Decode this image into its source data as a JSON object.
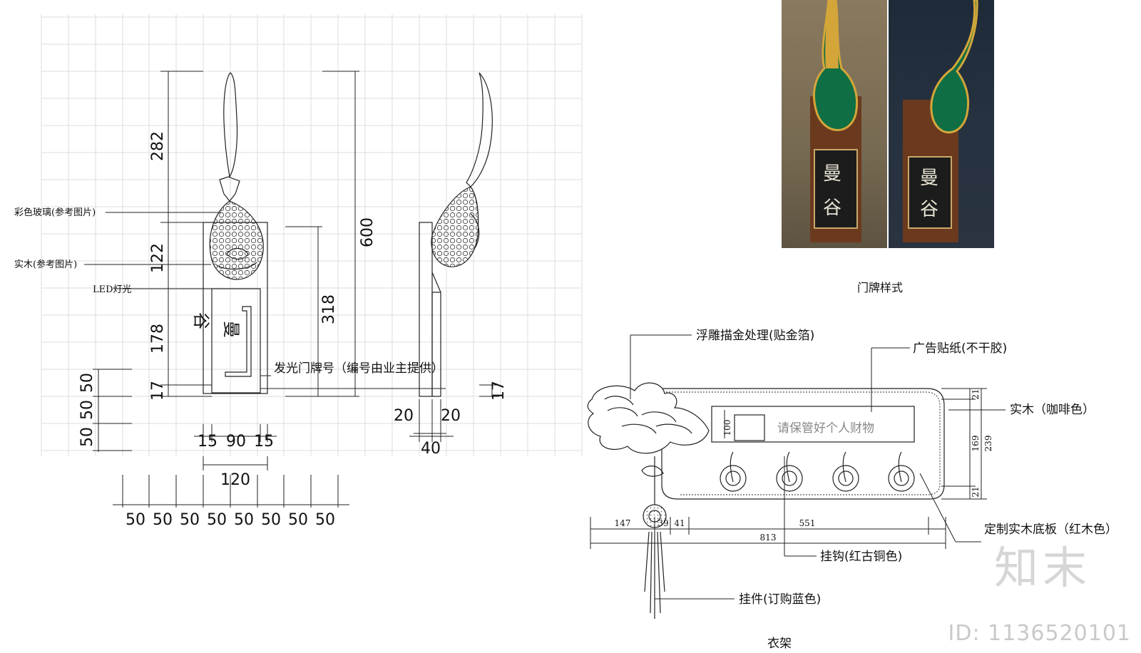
{
  "front_dims": {
    "d282": "282",
    "d122": "122",
    "d178": "178",
    "d17": "17",
    "d600": "600",
    "d318": "318",
    "w15a": "15",
    "w90": "90",
    "w15b": "15",
    "w120": "120",
    "left_50a": "50",
    "left_50b": "50",
    "left_50c": "50",
    "grid_50": [
      "50",
      "50",
      "50",
      "50",
      "50",
      "50",
      "50",
      "50"
    ]
  },
  "front_labels": {
    "colored_glass": "彩色玻璃(参考图片)",
    "solid_wood": "实木(参考图片)",
    "led_light": "LED灯光",
    "luminous_number": "发光门牌号（编号由业主提供）",
    "sign_char_1": "曼",
    "sign_char_2": "谷"
  },
  "side_dims": {
    "d20a": "20",
    "d20b": "20",
    "d40": "40",
    "d17": "17"
  },
  "photo": {
    "sign_char_1": "曼",
    "sign_char_2": "谷",
    "caption": "门牌样式"
  },
  "rack_labels": {
    "gilding": "浮雕描金处理(贴金箔)",
    "sticker": "广告贴纸(不干胶)",
    "solid_wood_coffee": "实木（咖啡色）",
    "base_board": "定制实木底板（红木色）",
    "hook": "挂钩(红古铜色)",
    "pendant": "挂件(订购蓝色)",
    "sign_text": "请保管好个人财物",
    "caption": "衣架"
  },
  "rack_dims": {
    "d100": "100",
    "d147": "147",
    "d39": "39",
    "d41": "41",
    "d551": "551",
    "d813": "813",
    "d21a": "21",
    "d169": "169",
    "d239": "239",
    "d21b": "21"
  },
  "watermark": {
    "logo": "知末",
    "id": "ID: 1136520101"
  }
}
